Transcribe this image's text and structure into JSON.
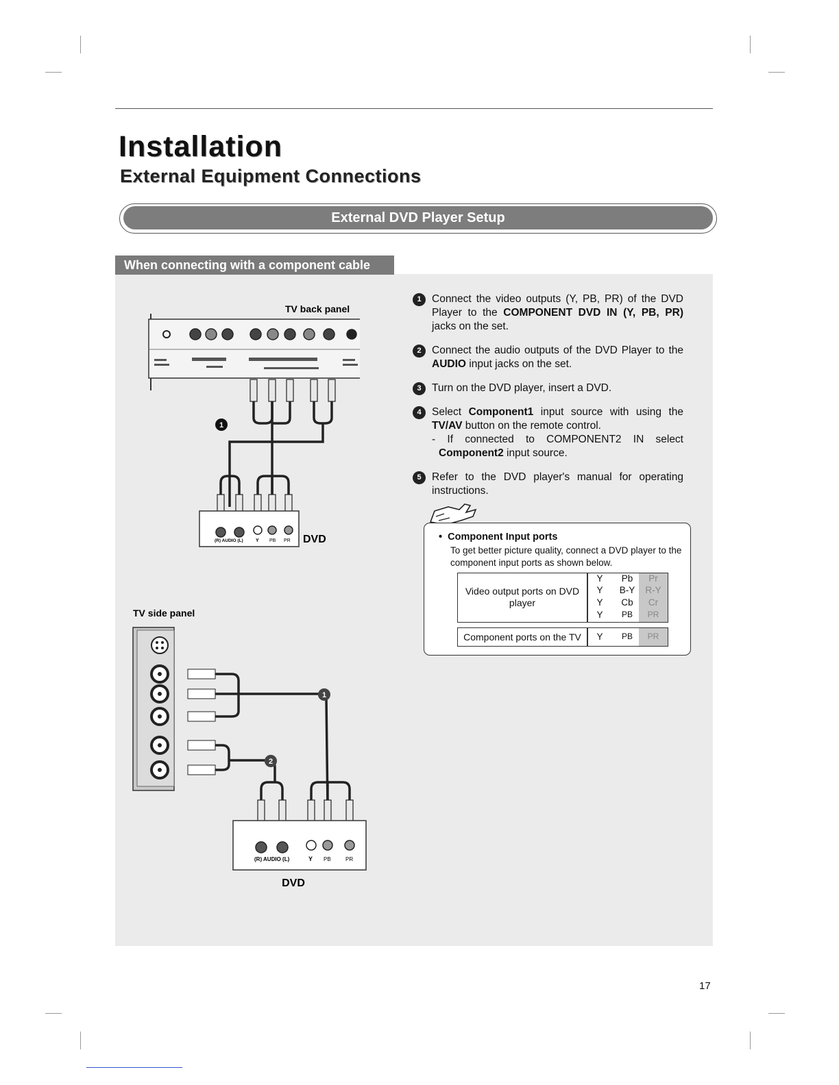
{
  "page": {
    "title": "Installation",
    "subtitle": "External Equipment Connections",
    "banner": "External DVD Player Setup",
    "section_tab": "When connecting with a component cable",
    "page_number": "17"
  },
  "diagram_top": {
    "tv_label": "TV back panel",
    "dvd_label": "DVD",
    "dvd_jack_audio": "(R) AUDIO (L)",
    "dvd_jack_y": "Y",
    "dvd_jack_pb": "PB",
    "dvd_jack_pr": "PR",
    "callout_1": "1"
  },
  "diagram_bottom": {
    "tv_label": "TV side panel",
    "dvd_label": "DVD",
    "dvd_jack_audio": "(R) AUDIO (L)",
    "dvd_jack_y": "Y",
    "dvd_jack_pb": "PB",
    "dvd_jack_pr": "PR",
    "callout_1": "1",
    "callout_2": "2"
  },
  "steps": [
    {
      "num": "1",
      "parts": [
        "Connect the video outputs (Y, PB, PR) of the DVD Player to the ",
        "COMPONENT DVD IN (Y, PB, PR)",
        " jacks on the set."
      ]
    },
    {
      "num": "2",
      "parts": [
        "Connect the audio outputs of the DVD Player to the ",
        "AUDIO",
        " input jacks on the set."
      ]
    },
    {
      "num": "3",
      "text": "Turn on the DVD player, insert a DVD."
    },
    {
      "num": "4",
      "parts": [
        "Select ",
        "Component1",
        " input source with using the ",
        "TV/AV",
        " button on the remote control."
      ],
      "sub_parts": [
        "- If connected to COMPONENT2 IN select ",
        "Component2",
        " input source."
      ]
    },
    {
      "num": "5",
      "text": "Refer to the DVD player's manual for operating instructions."
    }
  ],
  "note": {
    "heading": "Component Input ports",
    "body": "To get better picture quality, connect a DVD player to the component input ports as shown below.",
    "table_rows_label": "Video output ports on DVD player",
    "output_rows": [
      [
        "Y",
        "Pb",
        "Pr"
      ],
      [
        "Y",
        "B-Y",
        "R-Y"
      ],
      [
        "Y",
        "Cb",
        "Cr"
      ],
      [
        "Y",
        "PB",
        "PR"
      ]
    ],
    "tv_row_label": "Component ports on the TV",
    "tv_row": [
      "Y",
      "PB",
      "PR"
    ]
  }
}
